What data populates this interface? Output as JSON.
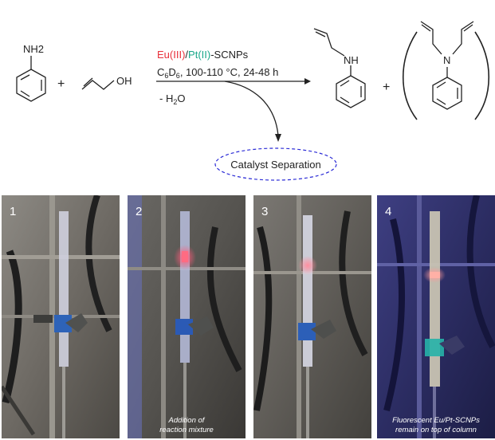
{
  "scheme": {
    "reactant_1_label": "NH2",
    "plus_1": "+",
    "reactant_2_label": "OH",
    "catalyst_eu": "Eu(III)",
    "catalyst_sep": "/",
    "catalyst_pt": "Pt(II)",
    "catalyst_rest": "-SCNPs",
    "conditions_solvent_c": "C",
    "conditions_solvent_sub1": "6",
    "conditions_solvent_d": "D",
    "conditions_solvent_sub2": "6",
    "conditions_rest": ", 100-110 °C, 24-48 h",
    "byproduct_prefix": "- H",
    "byproduct_sub": "2",
    "byproduct_suffix": "O",
    "product_1_label": "NH",
    "plus_2": "+",
    "product_2_label": "N",
    "separation_label": "Catalyst Separation",
    "colors": {
      "eu": "#e8303a",
      "pt": "#1aa88a",
      "ellipse": "#2b2bd6"
    }
  },
  "photos": [
    {
      "number": "1",
      "caption": ""
    },
    {
      "number": "2",
      "caption": "Addition of\nreaction mixture"
    },
    {
      "number": "3",
      "caption": ""
    },
    {
      "number": "4",
      "caption": "Fluorescent Eu/Pt-SCNPs\nremain on top of column"
    }
  ]
}
